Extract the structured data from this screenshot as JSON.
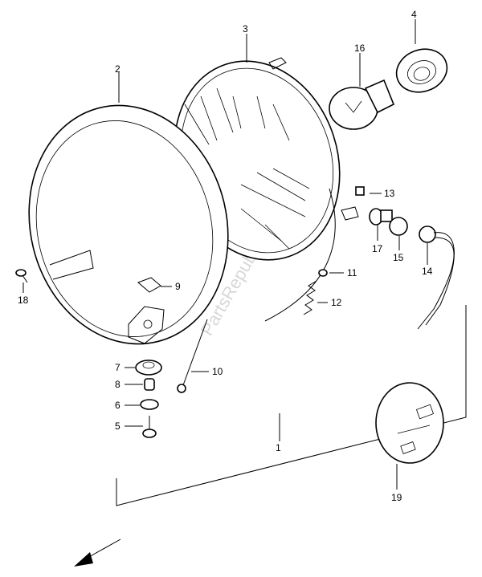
{
  "watermark": "PartsRepublik",
  "labels": {
    "p1": "1",
    "p2": "2",
    "p3": "3",
    "p4": "4",
    "p5": "5",
    "p6": "6",
    "p7": "7",
    "p8": "8",
    "p9": "9",
    "p10": "10",
    "p11": "11",
    "p12": "12",
    "p13": "13",
    "p14": "14",
    "p15": "15",
    "p16": "16",
    "p17": "17",
    "p18": "18",
    "p19": "19"
  }
}
